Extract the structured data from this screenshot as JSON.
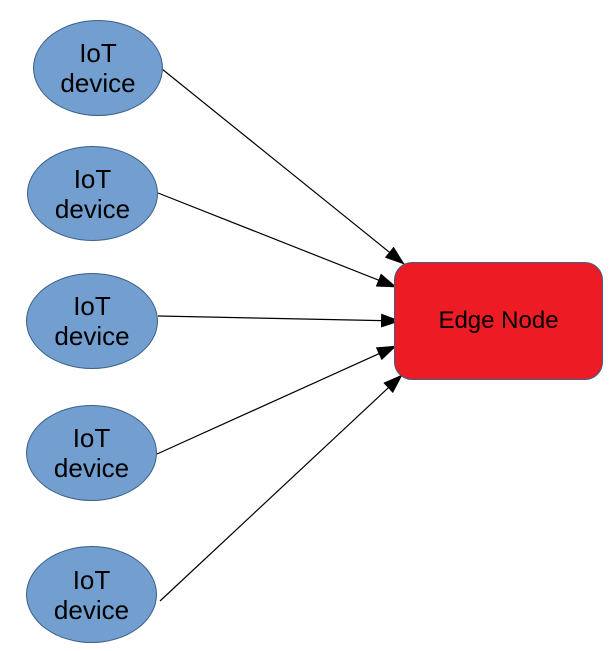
{
  "devices": [
    {
      "line1": "IoT",
      "line2": "device"
    },
    {
      "line1": "IoT",
      "line2": "device"
    },
    {
      "line1": "IoT",
      "line2": "device"
    },
    {
      "line1": "IoT",
      "line2": "device"
    },
    {
      "line1": "IoT",
      "line2": "device"
    }
  ],
  "edge_node": {
    "label": "Edge Node"
  },
  "colors": {
    "device_fill": "#729fcf",
    "device_border": "#3b5f8a",
    "edge_node_fill": "#ed1c24",
    "arrow": "#000000"
  }
}
